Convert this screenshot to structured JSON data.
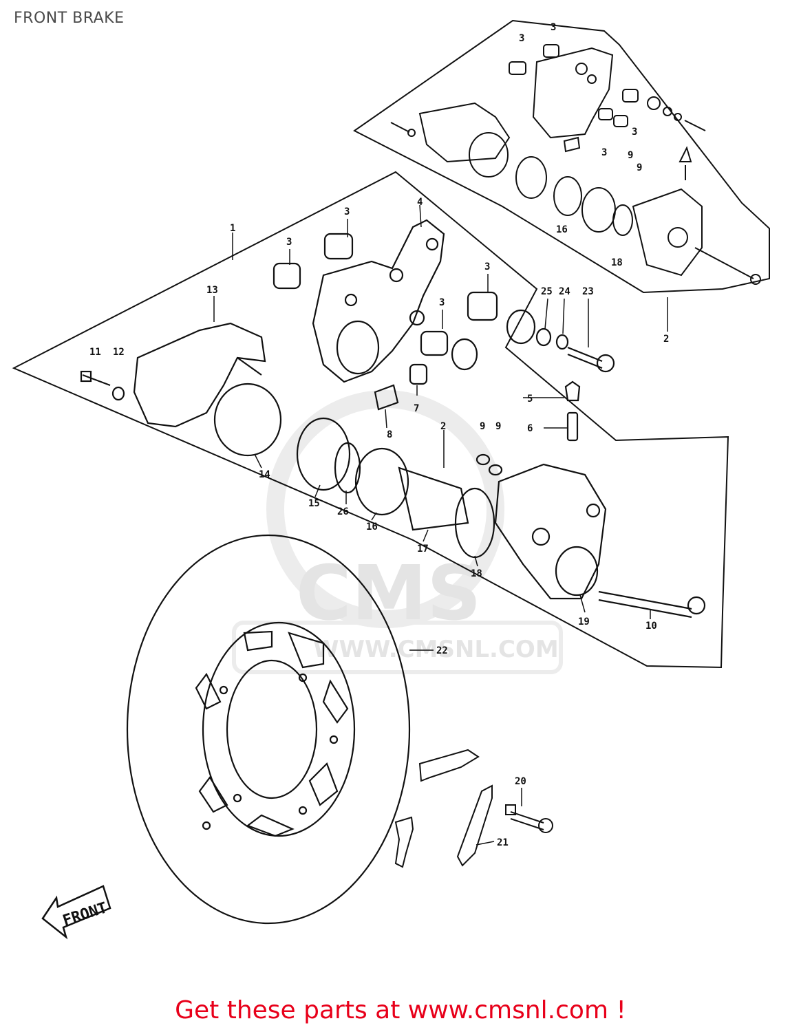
{
  "page": {
    "title": "FRONT BRAKE",
    "promo_text": "Get these parts at www.cmsnl.com !"
  },
  "watermark": {
    "brand": "CMS",
    "url": "WWW.CMSNL.COM"
  },
  "diagram": {
    "front_arrow_label": "FRONT",
    "part_labels": [
      "1",
      "2",
      "3",
      "4",
      "5",
      "6",
      "7",
      "8",
      "9",
      "10",
      "11",
      "12",
      "13",
      "14",
      "15",
      "16",
      "17",
      "18",
      "19",
      "20",
      "21",
      "22",
      "23",
      "24",
      "25",
      "26"
    ]
  },
  "colors": {
    "line": "#111111",
    "promo": "#e8001a",
    "title": "#4a4a4a",
    "watermark": "#e4e4e4"
  }
}
